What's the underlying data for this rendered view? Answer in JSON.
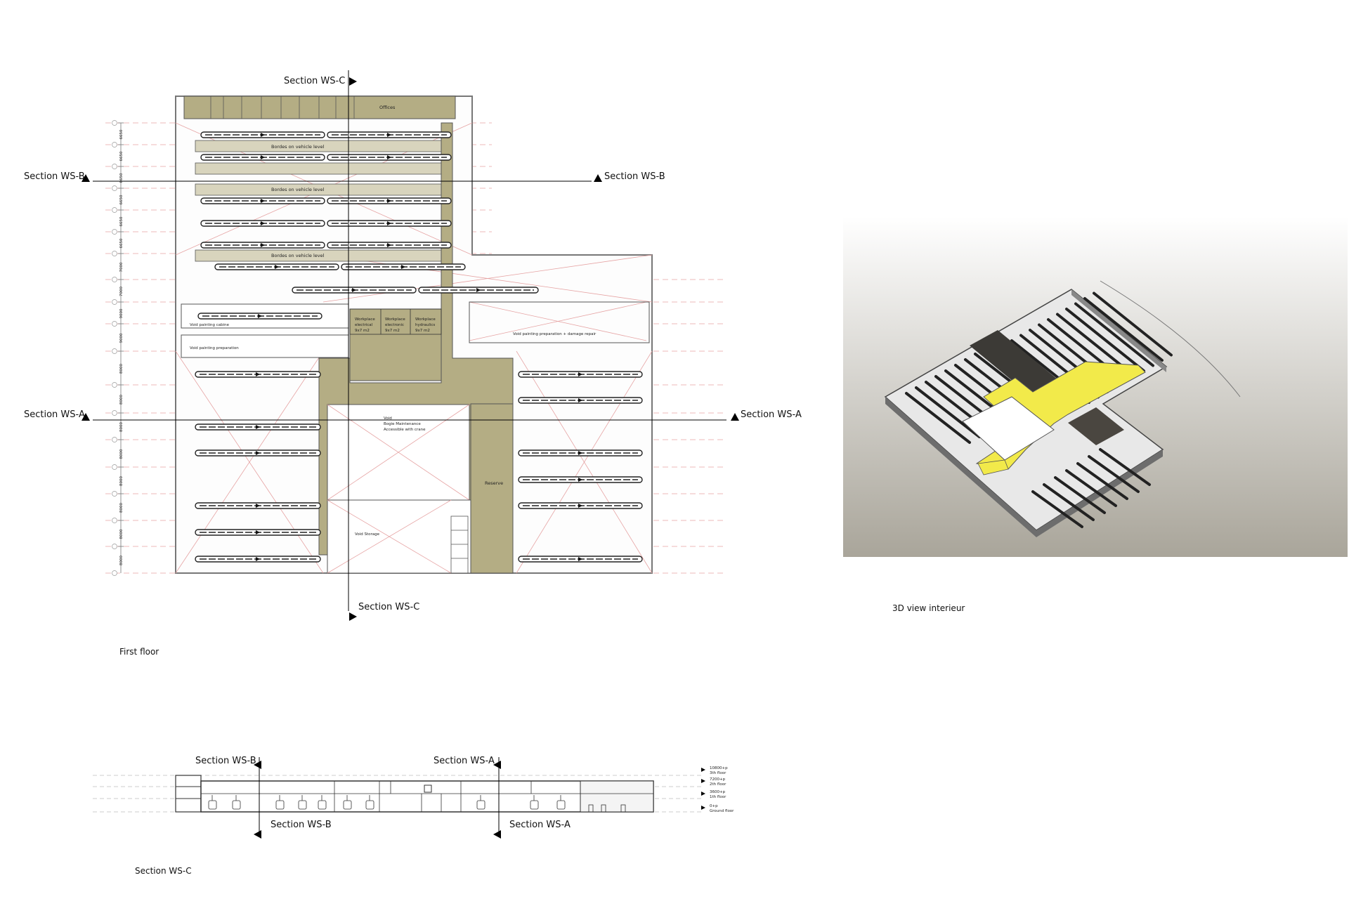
{
  "labels": {
    "section_c_top": "Section WS-C",
    "section_c_bottom": "Section WS-C",
    "section_b_left": "Section WS-B",
    "section_b_right": "Section WS-B",
    "section_a_left": "Section WS-A",
    "section_a_right": "Section WS-A",
    "first_floor": "First floor",
    "view_3d": "3D view interieur",
    "section_ws_c_caption": "Section WS-C"
  },
  "rooms": {
    "offices": "Offices",
    "bordes_1": "Bordes on vehicle level",
    "bordes_2": "Bordes on vehicle level",
    "bordes_3": "Bordes on vehicle level",
    "void_painting_cabine": "Void painting cabine",
    "void_painting_preparation": "Void painting preparation",
    "void_painting_damage": "Void painting preparation + damage repair",
    "workplace_electrical": [
      "Workplace",
      "electrical",
      "9x7 m2"
    ],
    "workplace_electronic": [
      "Workplace",
      "electronic",
      "9x7 m2"
    ],
    "workplace_hydraulics": [
      "Workplace",
      "hydraulics",
      "9x7 m2"
    ],
    "void_bogie": [
      "Void",
      "Bogie Maintenance",
      "Accessible with crane"
    ],
    "reserve": "Reserve",
    "void_storage": "Void Storage"
  },
  "section": {
    "b_top": "Section WS-B",
    "a_top": "Section WS-A",
    "b_bottom": "Section WS-B",
    "a_bottom": "Section WS-A",
    "levels": [
      [
        "10800+p",
        "3th floor"
      ],
      [
        "7200+p",
        "2th floor"
      ],
      [
        "3600+p",
        "1th floor"
      ],
      [
        "0+p",
        "Ground floor"
      ]
    ]
  },
  "dimensions": [
    "6650",
    "6650",
    "6650",
    "6650",
    "6650",
    "6650",
    "7000",
    "7000",
    "9000",
    "9000",
    "8000",
    "8000",
    "8000",
    "8000",
    "8000",
    "8000",
    "8000",
    "8000"
  ],
  "colors": {
    "olive": "#b4ad84",
    "bordes": "#d8d4bd",
    "yellow": "#f2ea4a",
    "red_line": "#e6a3a3"
  }
}
